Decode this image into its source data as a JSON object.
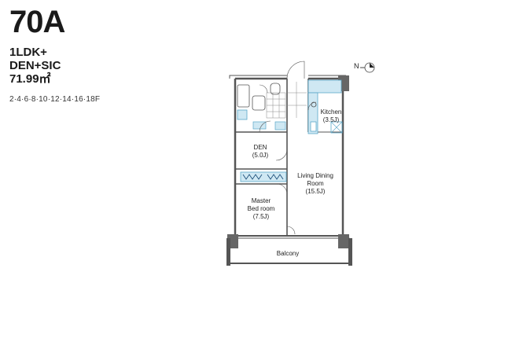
{
  "unit": {
    "name": "70A",
    "layout": "1LDK+",
    "extras": "DEN+SIC",
    "area": "71.99㎡",
    "floors": "2·4·6·8·10·12·14·16·18F"
  },
  "compass": {
    "letter": "N"
  },
  "rooms": {
    "kitchen": {
      "name": "Kitchen",
      "size": "(3.5J)"
    },
    "den": {
      "name": "DEN",
      "size": "(5.0J)"
    },
    "living": {
      "line1": "Living Dining",
      "line2": "Room",
      "size": "(15.5J)"
    },
    "bedroom": {
      "line1": "Master",
      "line2": "Bed room",
      "size": "(7.5J)"
    },
    "balcony": {
      "name": "Balcony"
    }
  },
  "colors": {
    "wall": "#555555",
    "fixture_fill": "#cfe8f3",
    "fixture_stroke": "#5aa7c8",
    "column": "#666666"
  }
}
